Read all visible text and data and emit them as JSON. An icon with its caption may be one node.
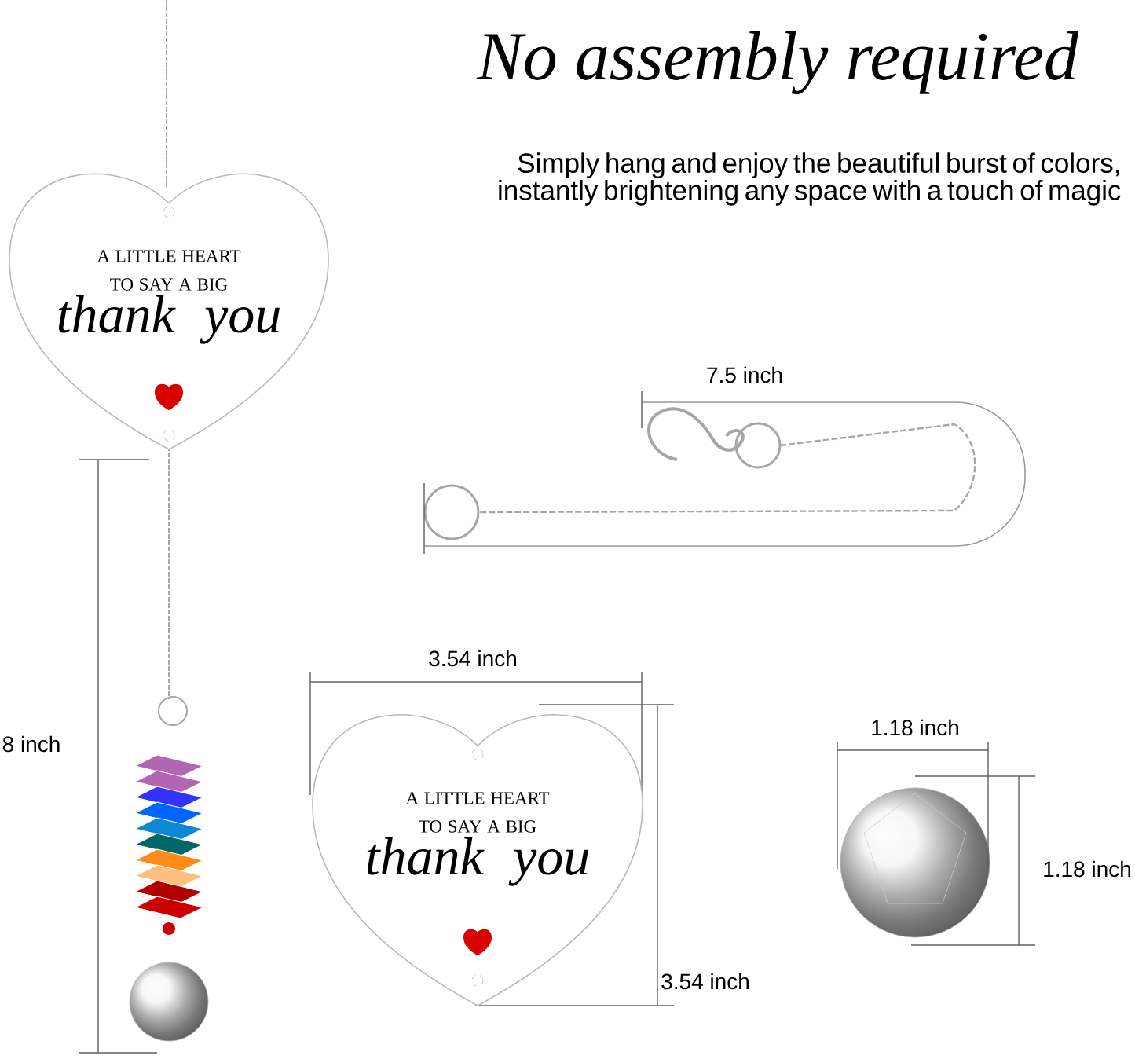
{
  "diagram": {
    "title": "No assembly required",
    "nodes": [
      {
        "text": [
          "A LITTLE HEART TO SAY A BIG",
          "thank you"
        ]
      },
      {
        "text": [
          "A LITTLE HEART TO SAY A BIG",
          "thank you"
        ]
      }
    ],
    "labels": [
      "Simply hang and enjoy the beautiful burst of colors, instantly brightening any space with a touch of magic",
      "7.5 inch",
      "8 inch",
      "3.54 inch",
      "1.18 inch",
      "1.18 inch",
      "3.54 inch"
    ]
  }
}
